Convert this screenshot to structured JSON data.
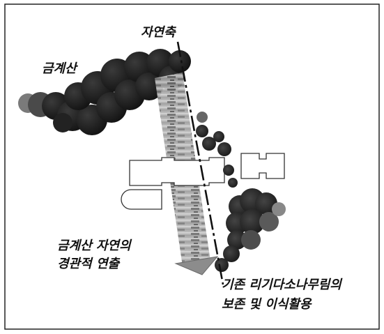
{
  "labels": {
    "mountain_name": "금계산",
    "nature_axis": "자연축",
    "landscape_line1": "금계산 자연의",
    "landscape_line2": "경관적 연출",
    "preserve_line1": "기존 리기다소나무림의",
    "preserve_line2": "보존 및 이식활용"
  },
  "colors": {
    "frame": "#222222",
    "tree_dark": "#1a1a1a",
    "tree_mid": "#555555",
    "arrow_band": "#8a8a8a",
    "axis_line": "#111111",
    "building_outline": "#333333"
  },
  "icons": {
    "axis_arrowhead": "triangle-arrowhead",
    "trees": "tree-cluster-blob",
    "buildings": "building-footprint"
  }
}
